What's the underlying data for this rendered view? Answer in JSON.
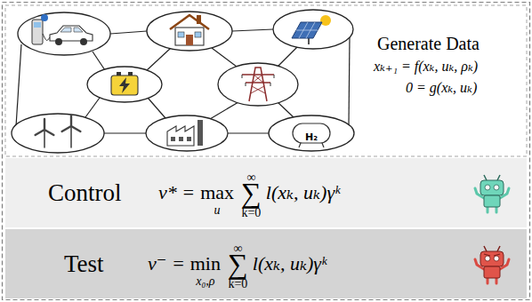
{
  "diagram": {
    "nodes": [
      {
        "text": [
          "Generate Data",
          "xₖ₊₁ = f(xₖ, uₖ, ρₖ)",
          "0 = g(xₖ, uₖ)"
        ]
      },
      {
        "text": [
          "Control",
          "v* =",
          "max",
          "u",
          "∞",
          "∑",
          "k=0",
          "l(xₖ, uₖ)γᵏ"
        ]
      },
      {
        "text": [
          "Test",
          "v⁻ =",
          "min",
          "x₀,ρ",
          "∞",
          "∑",
          "k=0",
          "l(xₖ, uₖ)γᵏ"
        ]
      }
    ],
    "labels": [
      "H₂"
    ]
  }
}
